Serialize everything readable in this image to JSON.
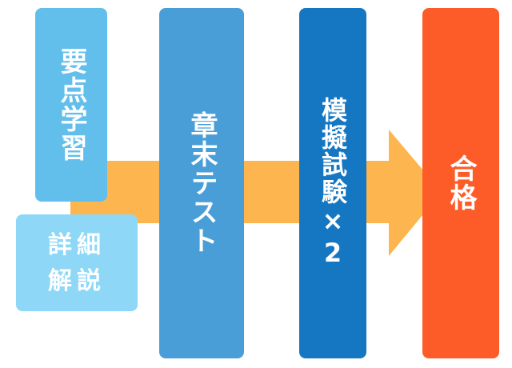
{
  "flow": {
    "steps": [
      {
        "label": "要点学習",
        "color": "#62BFEB"
      },
      {
        "label": "詳細解説",
        "color": "#8ED7F7"
      },
      {
        "label": "章末テスト",
        "color": "#4A9ED8"
      },
      {
        "label": "模擬試験×2",
        "color": "#1577C2"
      },
      {
        "label": "合格",
        "color": "#FD5B27"
      }
    ],
    "arrow_color": "#FDB64F"
  }
}
